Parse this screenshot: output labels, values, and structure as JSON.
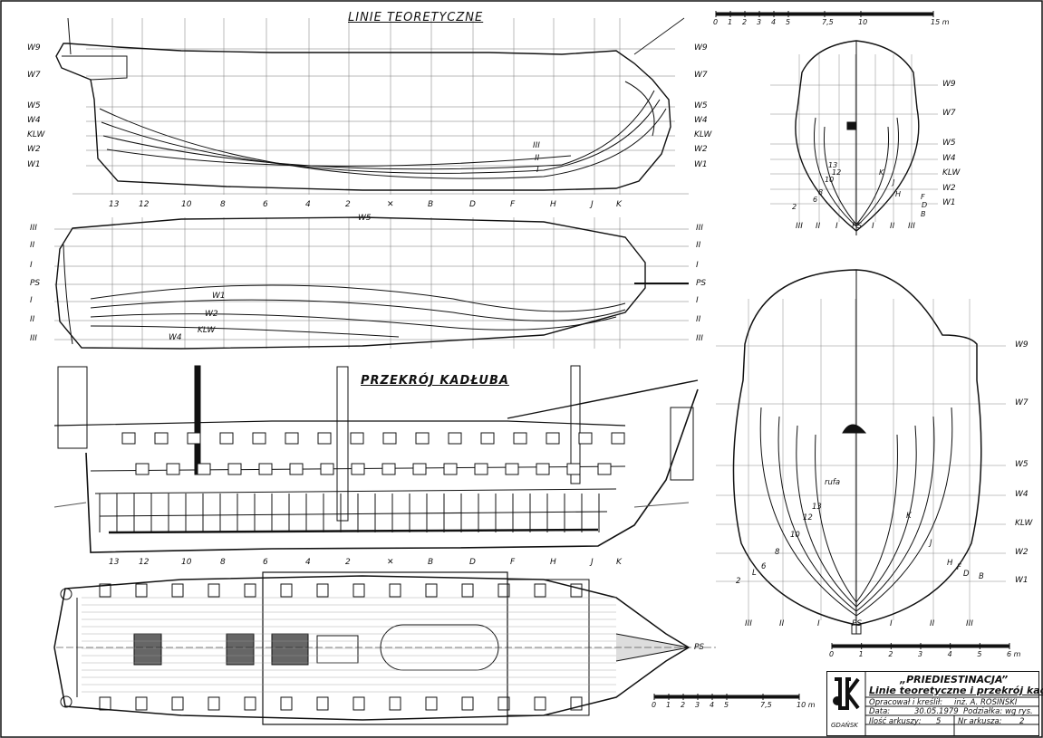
{
  "headings": {
    "lines": "LINIE TEORETYCZNE",
    "section": "PRZEKRÓJ KADŁUBA"
  },
  "waterlines": [
    "W9",
    "W7",
    "W5",
    "W4",
    "KLW",
    "W2",
    "W1"
  ],
  "half_breadth_lines": [
    "III",
    "II",
    "I",
    "PS",
    "I",
    "II",
    "III"
  ],
  "stations": [
    "13",
    "12",
    "10",
    "8",
    "6",
    "4",
    "2",
    "✕",
    "B",
    "D",
    "F",
    "H",
    "J",
    "K"
  ],
  "plan_lines": {
    "w5": "W5",
    "w1": "W1",
    "w2": "W2",
    "klw": "KLW",
    "w4": "W4"
  },
  "profile_buttocks": [
    "III",
    "II",
    "I"
  ],
  "deck_plan_label": "PS",
  "scale_top": {
    "ticks": [
      "0",
      "1",
      "2",
      "3",
      "4",
      "5",
      "7,5",
      "10",
      "15 m"
    ]
  },
  "scale_bottom_left": {
    "ticks": [
      "0",
      "1",
      "2",
      "3",
      "4",
      "5",
      "7,5",
      "10 m"
    ]
  },
  "scale_bottom_right": {
    "ticks": [
      "0",
      "1",
      "2",
      "3",
      "4",
      "5",
      "6 m"
    ]
  },
  "body_plan_small": {
    "buttocks": [
      "III",
      "II",
      "I",
      "PS",
      "I",
      "II",
      "III"
    ],
    "waterlines": [
      "W9",
      "W7",
      "W5",
      "W4",
      "KLW",
      "W2",
      "W1"
    ],
    "sections": [
      "13",
      "12",
      "10",
      "8",
      "6",
      "2",
      "K",
      "J",
      "H",
      "F",
      "D",
      "B"
    ]
  },
  "body_plan_large": {
    "buttocks": [
      "III",
      "II",
      "I",
      "PS",
      "I",
      "II",
      "III"
    ],
    "waterlines": [
      "W9",
      "W7",
      "W5",
      "W4",
      "KLW",
      "W2",
      "W1"
    ],
    "sections": [
      "rufa",
      "13",
      "12",
      "10",
      "8",
      "6",
      "L",
      "2",
      "K",
      "J",
      "H",
      "F",
      "D",
      "B"
    ]
  },
  "title_block": {
    "logo_text": "GDAŃSK",
    "ship_name": "„PRIEDIESTINACJA”",
    "subtitle": "Linie teoretyczne i przekrój kadł.",
    "author_label": "Opracował i kreślił:",
    "author": "inż. A. ROSIŃSKI",
    "date_label": "Data:",
    "date": "30.05.1979",
    "scale_label": "Podziałka:",
    "scale": "wg rys.",
    "sheets_label": "Ilość arkuszy:",
    "sheets": "5",
    "sheet_no_label": "Nr arkusza:",
    "sheet_no": "2"
  }
}
